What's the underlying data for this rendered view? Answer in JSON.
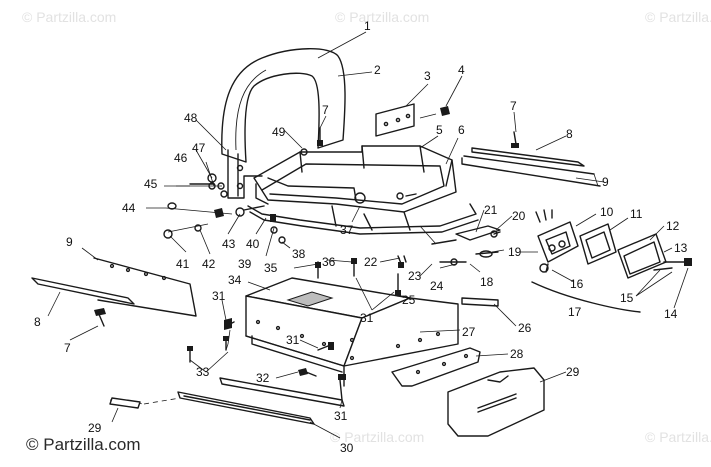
{
  "watermark": {
    "text": "© Partzilla.com",
    "footer_text": "© Partzilla.com"
  },
  "callouts": [
    "1",
    "2",
    "3",
    "4",
    "5",
    "6",
    "7",
    "8",
    "9",
    "10",
    "11",
    "12",
    "13",
    "14",
    "15",
    "16",
    "17",
    "18",
    "19",
    "20",
    "21",
    "22",
    "23",
    "24",
    "25",
    "26",
    "27",
    "28",
    "29",
    "30",
    "31",
    "32",
    "33",
    "34",
    "35",
    "36",
    "37",
    "38",
    "39",
    "40",
    "41",
    "42",
    "43",
    "44",
    "45",
    "46",
    "47",
    "48",
    "49"
  ],
  "colors": {
    "line": "#1a1a1a",
    "background": "#ffffff",
    "watermark": "#e2e2e2"
  }
}
